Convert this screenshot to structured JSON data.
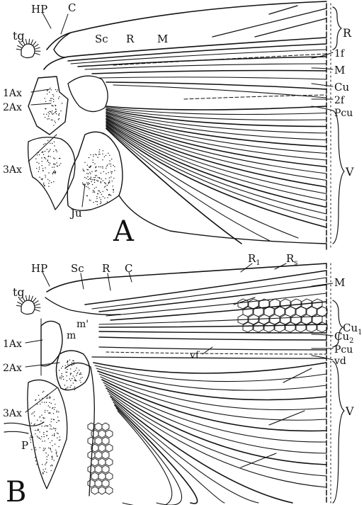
{
  "figure": {
    "panel_a": {
      "letter": "A",
      "labels": {
        "tg": "tg",
        "HP": "HP",
        "C": "C",
        "Sc": "Sc",
        "R": "R",
        "M": "M",
        "1Ax": "1Ax",
        "2Ax": "2Ax",
        "3Ax": "3Ax",
        "Ju": "Ju"
      },
      "right_labels": {
        "R": "R",
        "f1": "1f",
        "M": "M",
        "Cu": "Cu",
        "f2": "2f",
        "Pcu": "Pcu",
        "V": "V"
      }
    },
    "panel_b": {
      "letter": "B",
      "labels": {
        "tg": "tg",
        "HP": "HP",
        "Sc": "Sc",
        "R": "R",
        "C": "C",
        "R1": "R",
        "R1_sub": "1",
        "Rs": "R",
        "Rs_sub": "s",
        "m_prime": "m'",
        "m": "m",
        "1Ax": "1Ax",
        "2Ax": "2Ax",
        "3Ax": "3Ax",
        "P": "P",
        "vf": "vf"
      },
      "right_labels": {
        "M": "M",
        "Cu1": "Cu",
        "Cu1_sub": "1",
        "Cu2": "Cu",
        "Cu2_sub": "2",
        "Pcu": "Pcu",
        "vd": "vd",
        "V": "V"
      }
    }
  }
}
